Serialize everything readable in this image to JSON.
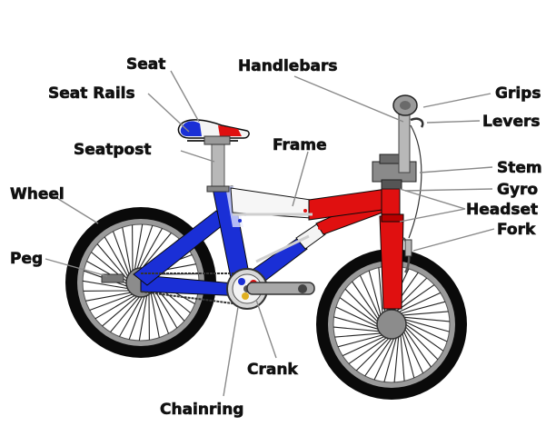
{
  "labels": {
    "seat": "Seat",
    "seat_rails": "Seat Rails",
    "seatpost": "Seatpost",
    "wheel": "Wheel",
    "peg": "Peg",
    "handlebars": "Handlebars",
    "frame": "Frame",
    "grips": "Grips",
    "levers": "Levers",
    "stem": "Stem",
    "gyro": "Gyro",
    "headset": "Headset",
    "fork": "Fork",
    "crank": "Crank",
    "chainring": "Chainring"
  },
  "colors": {
    "frame_blue": "#1a2fd6",
    "frame_red": "#e01010",
    "tire": "#0a0a0a",
    "rim": "#9a9a9a",
    "hub": "#8c8c8c",
    "chrome": "#b8b8b8",
    "leader_line": "#8a8a8a"
  }
}
